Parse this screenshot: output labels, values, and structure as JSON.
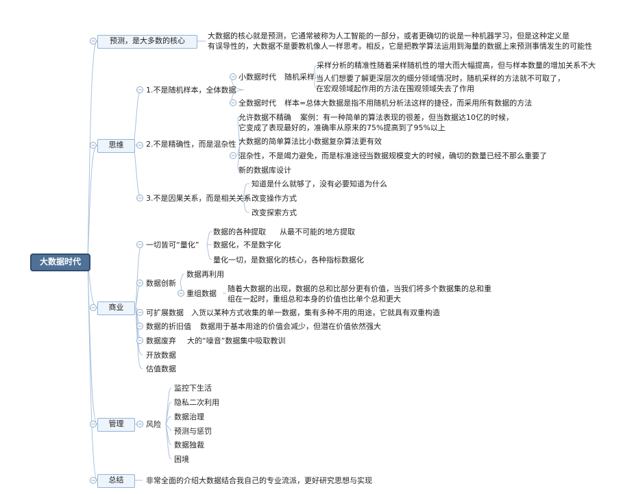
{
  "root": {
    "label": "大数据时代"
  },
  "branches": {
    "predict": {
      "label": "预测，是大多数的核心",
      "note_lines": [
        "大数据的核心就是预测，它通常被称为人工智能的一部分，或者更确切的说是一种机器学习，但是这种定义是",
        "有误导性的，大数据不是要教机像人一样思考。相反，它是把教学算法运用到海量的数据上来预测事情发生的可能性"
      ]
    },
    "thinking": {
      "label": "思维",
      "s1": {
        "label": "1.不是随机样本，全体数据",
        "small": "小数据时代",
        "random_sampling": "随机采样",
        "rs_lines": [
          "采样分析的精准性随着采样随机性的增大而大幅提高，但与样本数量的增加关系不大",
          "当人们想要了解更深层次的细分领域情况时，随机采样的方法就不可取了，",
          "在宏观领域起作用的方法在围观领域失去了作用"
        ],
        "full": "全数据时代",
        "full_note": "样本=总体大数据是指不用随机分析法这样的捷径，而采用所有数据的方法"
      },
      "s2": {
        "label": "2.不是精确性，而是混杂性",
        "allow": "允许数据不精确",
        "allow_lines": [
          "案例：有一种简单的算法表现的很差，但当数据达10亿的时候，",
          "它变成了表现最好的，准确率从原来的75%提高到了95%以上"
        ],
        "simple": "大数据的简单算法比小数据复杂算法更有效",
        "mixed": "混杂性，不是竭力避免，而是标准途径",
        "mixed_note": "当数据规模变大的时候，确切的数量已经不那么重要了",
        "db": "新的数据库设计"
      },
      "s3": {
        "label": "3.不是因果关系，而是相关关系",
        "know": "知道是什么就够了，没有必要知道为什么",
        "change_op": "改变操作方式",
        "change_explore": "改变探索方式"
      }
    },
    "business": {
      "label": "商业",
      "quant": {
        "label": "一切皆可“量化”",
        "kinds": "数据的各种提取",
        "kinds_note": "从最不可能的地方提取",
        "digit": "数据化，不是数字化",
        "core": "量化一切，是数据化的核心，各种指标数据化"
      },
      "innov": {
        "label": "数据创新",
        "reuse": "数据再利用",
        "recombine": "重组数据",
        "recombine_lines": [
          "随着大数据的出现，数据的总和比部分更有价值，当我们将多个数据集的总和重",
          "组在一起时，重组总和本身的价值也比单个总和更大"
        ]
      },
      "ext": "可扩展数据",
      "ext_note": "入货以某种方式收集的单一数据，集有多种不用的用途，它就具有双重构造",
      "depr": "数据的折旧值",
      "depr_note": "数据用于基本用途的价值会减少，但潜在价值依然强大",
      "waste": "数据废弃",
      "waste_note": "大的“噪音”数据集中吸取教训",
      "open": "开放数据",
      "estimate": "估值数据"
    },
    "manage": {
      "label": "管理",
      "risk": "风险",
      "items": [
        "监控下生活",
        "隐私二次利用",
        "数据治理",
        "预测与惩罚",
        "数据独裁",
        "困境"
      ]
    },
    "summary": {
      "label": "总结",
      "note": "非常全面的介绍大数据结合我自己的专业流派，更好研究思想与实现"
    }
  },
  "colors": {
    "line": "#a9c1de",
    "box_fill": "#eef4fb",
    "box_border": "#8fb3d8",
    "root_fill": "#4f7196"
  }
}
